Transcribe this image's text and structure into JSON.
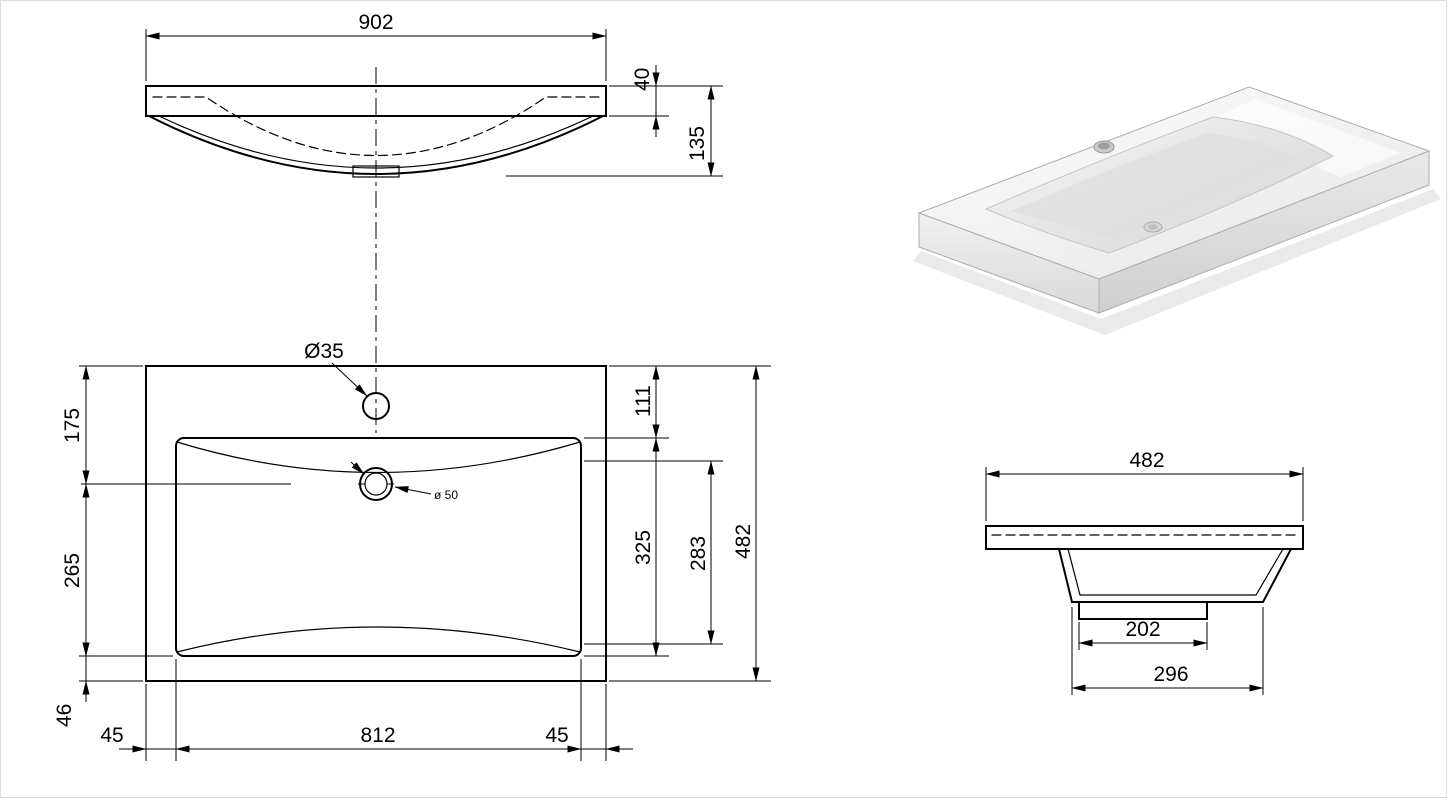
{
  "colors": {
    "line": "#000000",
    "background": "#ffffff",
    "render_surface": "#f4f4f4"
  },
  "front_view": {
    "dim_width": "902",
    "dim_rim_height": "40",
    "dim_depth": "135"
  },
  "plan_view": {
    "label_faucet_hole": "Ø35",
    "label_drain": "ø 50",
    "dim_left_top": "175",
    "dim_left_bottom": "265",
    "dim_left_edge": "46",
    "dim_right_top": "111",
    "dim_right_mid": "325",
    "dim_right_inner": "283",
    "dim_right_total": "482",
    "dim_bottom_left": "45",
    "dim_bottom_center": "812",
    "dim_bottom_right": "45"
  },
  "side_view": {
    "dim_width": "482",
    "dim_drain_flange": "202",
    "dim_basin_bottom": "296"
  }
}
